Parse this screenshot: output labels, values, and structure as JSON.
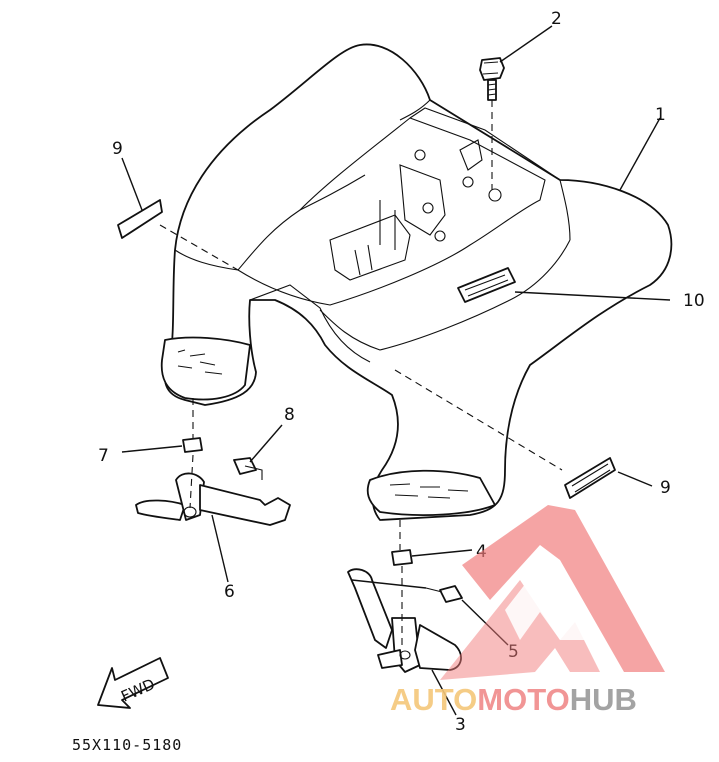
{
  "diagram": {
    "part_code": "55X110-5180",
    "fwd_label": "FWD",
    "callouts": [
      {
        "id": "c1",
        "label": "1"
      },
      {
        "id": "c2",
        "label": "2"
      },
      {
        "id": "c3",
        "label": "3"
      },
      {
        "id": "c4",
        "label": "4"
      },
      {
        "id": "c5",
        "label": "5"
      },
      {
        "id": "c6",
        "label": "6"
      },
      {
        "id": "c7",
        "label": "7"
      },
      {
        "id": "c8",
        "label": "8"
      },
      {
        "id": "c9a",
        "label": "9"
      },
      {
        "id": "c9b",
        "label": "9"
      },
      {
        "id": "c10",
        "label": "10"
      }
    ]
  },
  "watermark": {
    "part1": "AUTO",
    "part2": "MOTO",
    "part3": "HUB",
    "colors": {
      "auto": "#f5c77a",
      "moto": "#f08a8a",
      "hub": "#9a9a9a",
      "logo": "#f07a7a"
    }
  }
}
